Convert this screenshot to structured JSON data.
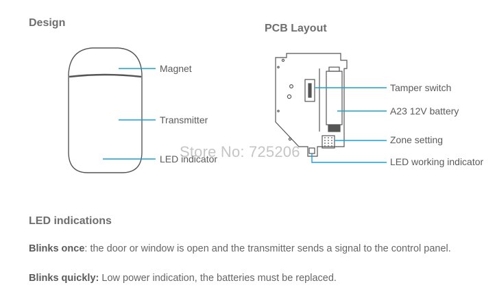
{
  "design": {
    "heading": "Design",
    "labels": {
      "magnet": "Magnet",
      "transmitter": "Transmitter",
      "led_indicator": "LED indicator"
    }
  },
  "pcb": {
    "heading": "PCB Layout",
    "labels": {
      "tamper_switch": "Tamper switch",
      "battery": "A23 12V battery",
      "zone_setting": "Zone setting",
      "led_working_indicator": "LED working indicator"
    }
  },
  "watermark": "Store No: 725206",
  "led_indications": {
    "heading": "LED indications",
    "items": [
      {
        "term": "Blinks once",
        "sep": ": ",
        "text": "the door or window is open and the transmitter sends a signal to the control panel."
      },
      {
        "term": "Blinks quickly:",
        "sep": " ",
        "text": "Low power indication, the batteries must be replaced."
      }
    ]
  },
  "colors": {
    "pointer": "#1aa0d6",
    "outline": "#555555"
  }
}
